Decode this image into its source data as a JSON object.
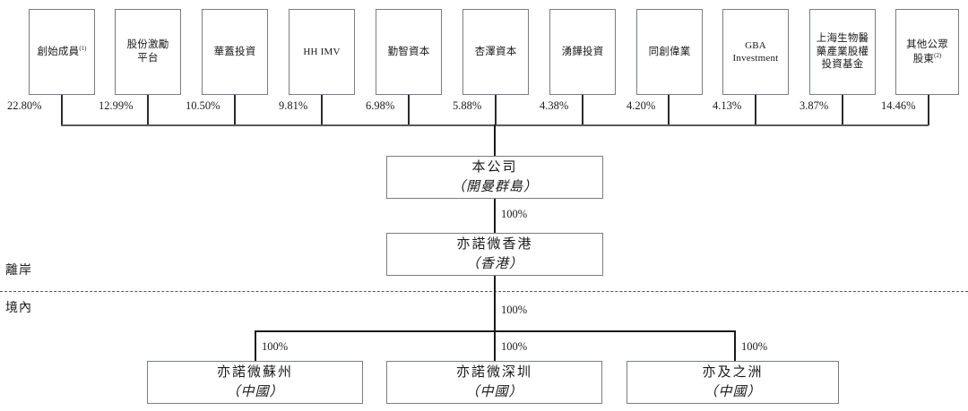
{
  "diagram": {
    "title": "Corporate shareholding structure chart",
    "zones": {
      "offshore_label": "離岸",
      "onshore_label": "境內"
    },
    "shareholders": [
      {
        "name": "創始成員",
        "footnote": "(1)",
        "pct": "22.80%"
      },
      {
        "name": "股份激勵平台",
        "lines": [
          "股份激勵",
          "平台"
        ],
        "pct": "12.99%"
      },
      {
        "name": "華蓋投資",
        "lines": [
          "華蓋投資"
        ],
        "pct": "10.50%"
      },
      {
        "name": "HH IMV",
        "lines": [
          "HH IMV"
        ],
        "latin": true,
        "pct": "9.81%"
      },
      {
        "name": "勤智資本",
        "lines": [
          "勤智資本"
        ],
        "pct": "6.98%"
      },
      {
        "name": "杏澤資本",
        "lines": [
          "杏澤資本"
        ],
        "pct": "5.88%"
      },
      {
        "name": "湧鏵投資",
        "lines": [
          "湧鏵投資"
        ],
        "pct": "4.38%"
      },
      {
        "name": "同創偉業",
        "lines": [
          "同創偉業"
        ],
        "pct": "4.20%"
      },
      {
        "name": "GBA Investment",
        "lines": [
          "GBA",
          "Investment"
        ],
        "latin": true,
        "pct": "4.13%"
      },
      {
        "name": "上海生物醫藥產業股權投資基金",
        "lines": [
          "上海生物醫",
          "藥產業股權",
          "投資基金"
        ],
        "pct": "3.87%"
      },
      {
        "name": "其他公眾股東",
        "lines": [
          "其他公眾",
          "股東"
        ],
        "footnote": "(2)",
        "pct": "14.46%"
      }
    ],
    "entities": {
      "company": {
        "line1": "本公司",
        "line2": "（開曼群島）"
      },
      "hongkong": {
        "line1": "亦諾微香港",
        "line2": "（香港）",
        "parent_pct": "100%"
      },
      "onshore_pct": "100%",
      "subsidiaries": [
        {
          "line1": "亦諾微蘇州",
          "line2": "（中國）",
          "pct": "100%"
        },
        {
          "line1": "亦諾微深圳",
          "line2": "（中國）",
          "pct": "100%"
        },
        {
          "line1": "亦及之洲",
          "line2": "（中國）",
          "pct": "100%"
        }
      ]
    },
    "colors": {
      "box_border": "#7a7d82",
      "line": "#1a1a1a",
      "text": "#1a1a1a",
      "background": "#ffffff"
    }
  }
}
